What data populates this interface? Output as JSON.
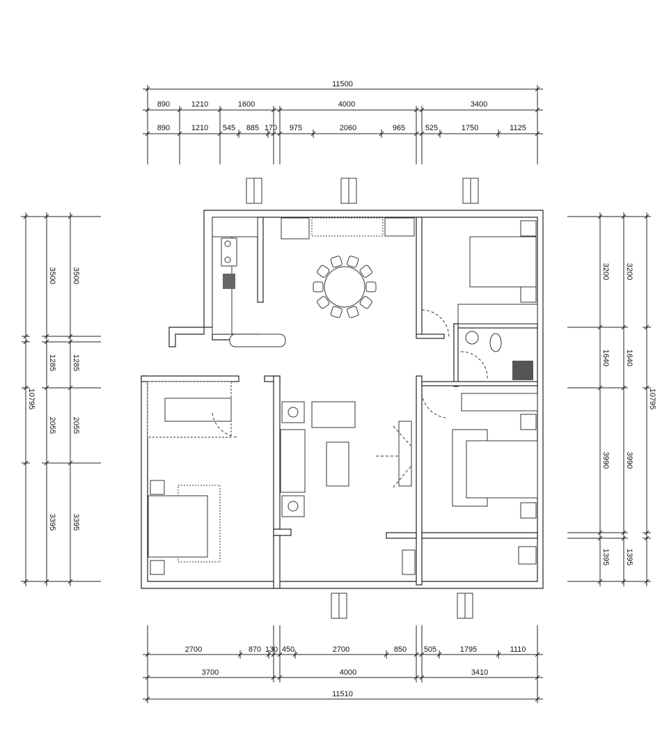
{
  "drawing": {
    "top_dimensions": {
      "total": "11500",
      "row2": [
        "890",
        "1210",
        "1600",
        "4000",
        "3400"
      ],
      "row3": [
        "890",
        "1210",
        "545",
        "885",
        "170",
        "975",
        "2060",
        "965",
        "525",
        "1750",
        "1125"
      ]
    },
    "bottom_dimensions": {
      "row1": [
        "2700",
        "870",
        "130",
        "450",
        "2700",
        "850",
        "505",
        "1795",
        "1110"
      ],
      "row2": [
        "3700",
        "4000",
        "3410"
      ],
      "total": "11510"
    },
    "left_dimensions": {
      "segments": [
        "3500",
        "1285",
        "2055",
        "3395"
      ],
      "total": "10795"
    },
    "right_dimensions": {
      "segments": [
        "3200",
        "1640",
        "3990",
        "1395"
      ],
      "total": "10795"
    },
    "colors": {
      "line": "#222222",
      "background": "#ffffff"
    }
  }
}
